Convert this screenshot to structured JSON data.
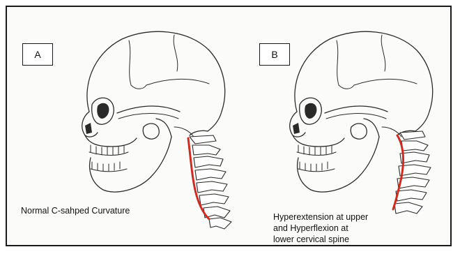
{
  "figure": {
    "panel_a": {
      "label": "A",
      "caption": [
        "Normal C-sahped Curvature"
      ],
      "curve_color": "#d12a1f"
    },
    "panel_b": {
      "label": "B",
      "caption": [
        "Hyperextension at upper",
        "and Hyperflexion at",
        "lower cervical spine"
      ],
      "curve_color": "#d12a1f"
    }
  }
}
